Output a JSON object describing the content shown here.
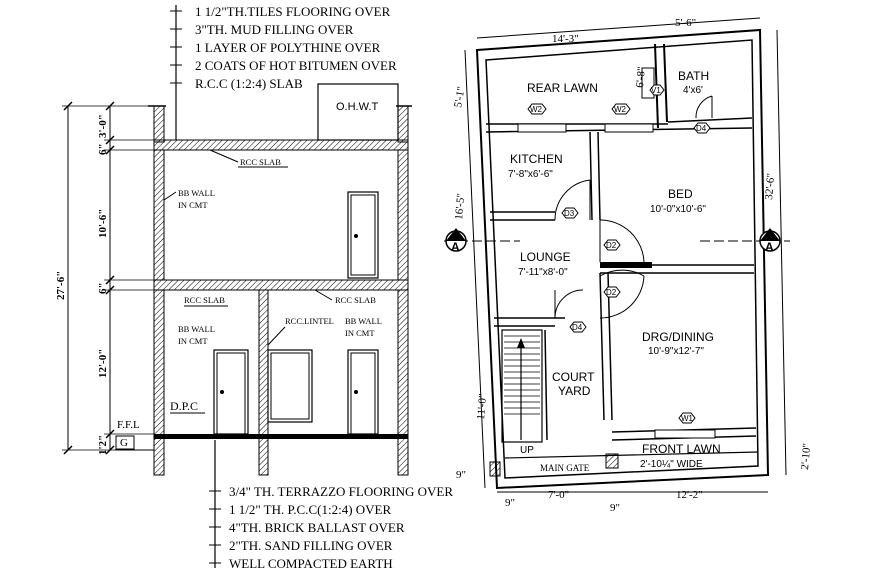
{
  "roof_notes": [
    "1 1/2\"TH.TILES FLOORING OVER",
    "3\"TH. MUD FILLING OVER",
    "1 LAYER OF POLYTHINE OVER",
    "2 COATS OF HOT BITUMEN OVER",
    "R.C.C (1:2:4) SLAB"
  ],
  "floor_notes": [
    "3/4\" TH. TERRAZZO FLOORING OVER",
    "1 1/2\" TH. P.C.C(1:2:4) OVER",
    "4\"TH. BRICK BALLAST OVER",
    "2\"TH. SAND FILLING OVER",
    "WELL COMPACTED EARTH"
  ],
  "section": {
    "ohwt": "O.H.W.T",
    "rcc_slab_upper": "RCC SLAB",
    "rcc_slab_left": "RCC SLAB",
    "rcc_slab_right": "RCC SLAB",
    "bb_wall_upper": [
      "BB WALL",
      "IN CMT"
    ],
    "bb_wall_left": [
      "BB WALL",
      "IN CMT"
    ],
    "bb_wall_right": [
      "BB WALL",
      "IN CMT"
    ],
    "rcc_lintel": "RCC.LINTEL",
    "dpc": "D.P.C",
    "ffl": "F.F.L",
    "g": "G",
    "dims": {
      "total": "27'-6\"",
      "parapet": "3'-0\"",
      "slab_top": "6\"",
      "upper_floor": "10'-6\"",
      "slab_mid": "6\"",
      "lower_floor": "12'-0\"",
      "plinth": "1'2\""
    }
  },
  "plan": {
    "rooms": {
      "rear_lawn": "REAR LAWN",
      "bath": "BATH",
      "bath_size": "4'x6'",
      "kitchen": "KITCHEN",
      "kitchen_size": "7'-8\"x6'-6\"",
      "bed": "BED",
      "bed_size": "10'-0\"x10'-6\"",
      "lounge": "LOUNGE",
      "lounge_size": "7'-11\"x8'-0\"",
      "drg": "DRG/DINING",
      "drg_size": "10'-9\"x12'-7\"",
      "court": "COURT",
      "yard": "YARD",
      "front_lawn": "FRONT LAWN",
      "front_lawn_size": "2'-10¼\" WIDE",
      "main_gate": "MAIN GATE",
      "up": "UP"
    },
    "tags": {
      "w2a": "W2",
      "w2b": "W2",
      "v1": "V1",
      "d4a": "D4",
      "d3": "D3",
      "d2a": "D2",
      "d2b": "D2",
      "d4b": "D4",
      "w1": "W1"
    },
    "section_mark": "A",
    "dims": {
      "top_left": "14'-3\"",
      "top_right": "5'-6\"",
      "rear": "5'-1\"",
      "bath_h": "6'-8\"",
      "kitchen_h": "16'-5\"",
      "right_total": "32'-6\"",
      "court_h": "11'-0\"",
      "front_lawn_h": "2'-10\"",
      "bottom_small": "9\"",
      "bottom_a": "9\"",
      "bottom_b": "7'-0\"",
      "bottom_c": "9\"",
      "bottom_d": "12'-2\"",
      "corner": "9\""
    }
  }
}
